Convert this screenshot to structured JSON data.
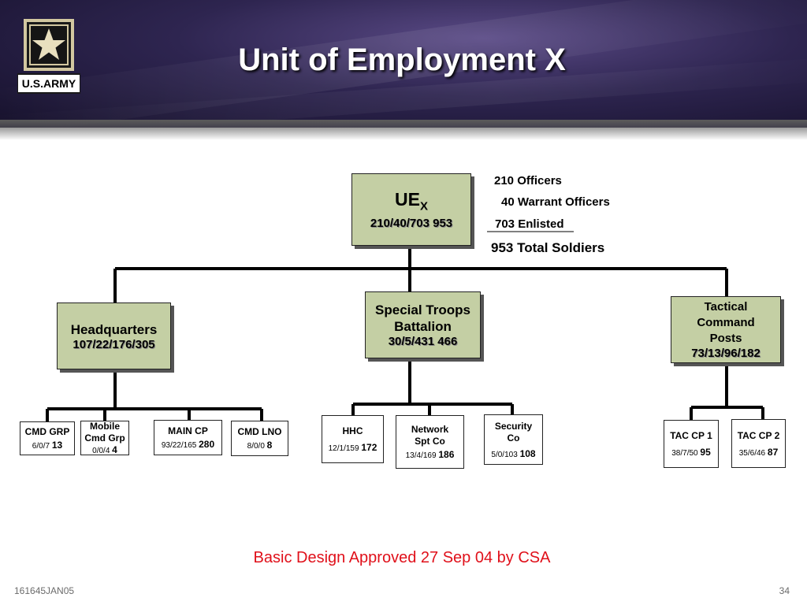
{
  "header": {
    "title": "Unit of Employment X",
    "logo_text": "U.S.ARMY"
  },
  "root": {
    "name": "UE",
    "subscript": "X",
    "stats": "210/40/703  953"
  },
  "summary": {
    "officers": "210 Officers",
    "warrant": "40 Warrant Officers",
    "enlisted": "703 Enlisted",
    "total": "953 Total Soldiers"
  },
  "branches": {
    "hq": {
      "name": "Headquarters",
      "stats": "107/22/176/305"
    },
    "stb": {
      "name": "Special Troops Battalion",
      "stats": "30/5/431  466"
    },
    "tcp": {
      "name": "Tactical Command Posts",
      "stats": "73/13/96/182"
    }
  },
  "units": {
    "cmd_grp": {
      "name": "CMD GRP",
      "stats": "6/0/7",
      "total": "13"
    },
    "mobile": {
      "name": "Mobile Cmd Grp",
      "stats": "0/0/4",
      "total": "4"
    },
    "main_cp": {
      "name": "MAIN CP",
      "stats": "93/22/165",
      "total": "280"
    },
    "cmd_lno": {
      "name": "CMD LNO",
      "stats": "8/0/0",
      "total": "8"
    },
    "hhc": {
      "name": "HHC",
      "stats": "12/1/159",
      "total": "172"
    },
    "network": {
      "name": "Network Spt Co",
      "stats": "13/4/169",
      "total": "186"
    },
    "security": {
      "name": "Security Co",
      "stats": "5/0/103",
      "total": "108"
    },
    "tac1": {
      "name": "TAC CP 1",
      "stats": "38/7/50",
      "total": "95"
    },
    "tac2": {
      "name": "TAC CP 2",
      "stats": "35/6/46",
      "total": "87"
    }
  },
  "footnote": "Basic Design Approved 27 Sep 04 by CSA",
  "footer": {
    "code": "161645JAN05",
    "page": "34"
  },
  "colors": {
    "accent_red": "#e0101a",
    "box_green": "#c4cfa4",
    "header_purple": "#2e2550"
  }
}
